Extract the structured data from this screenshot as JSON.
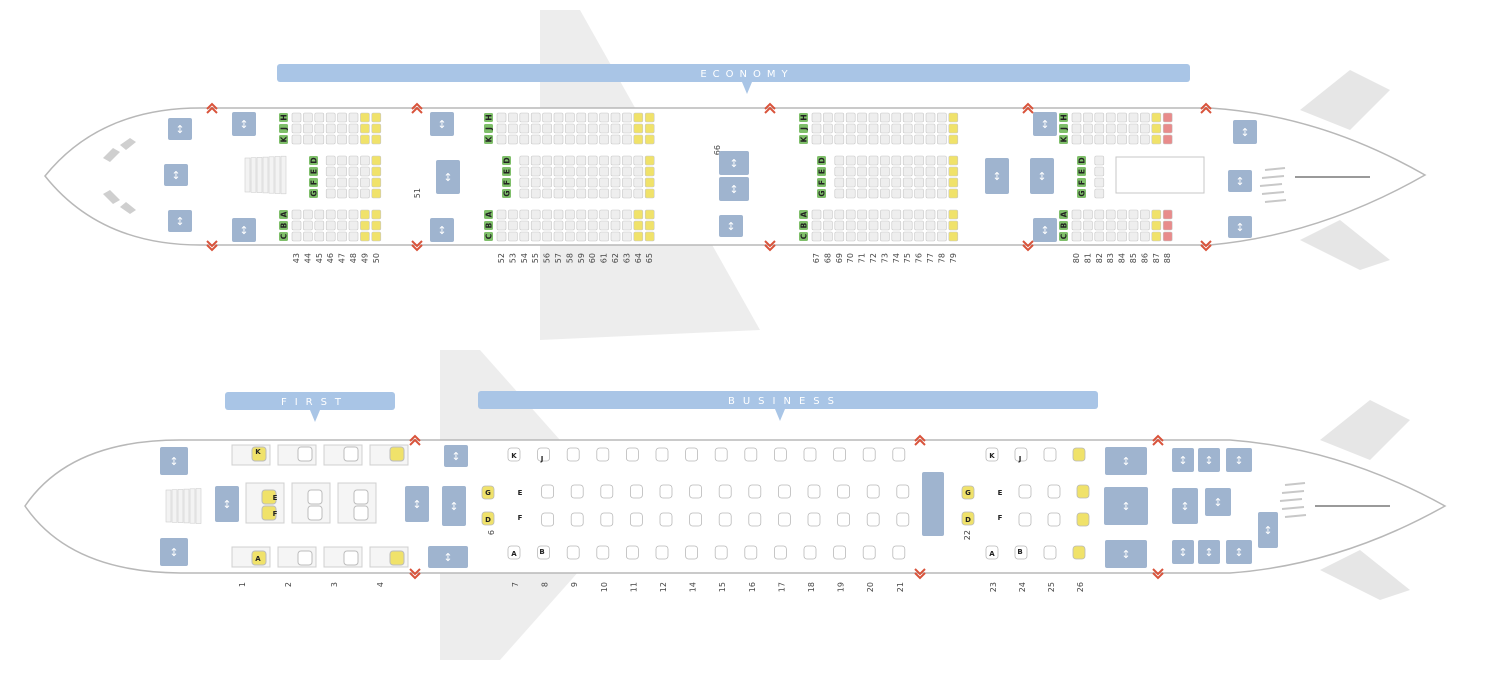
{
  "colors": {
    "cabin_banner": "#a9c5e6",
    "facility": "#9fb4cf",
    "seat_standard": "#eeeeee",
    "seat_extra_legroom": "#f0e26a",
    "seat_restricted": "#e88b8b",
    "seat_letter": "#7fbf6a",
    "exit_marker": "#d9533b",
    "fuselage_outline": "#b8b8b8",
    "wing": "#e6e6e6"
  },
  "economy": {
    "banner_label": "ECONOMY",
    "section_letters": [
      {
        "top": "HJK",
        "middle": "DEFG",
        "bottom": "ABC"
      },
      {
        "top": "HJK",
        "middle": "DEFG",
        "bottom": "ABC"
      },
      {
        "top": "HJK",
        "middle": "DEFG",
        "bottom": "ABC"
      },
      {
        "top": "HJK",
        "middle": "DEFG",
        "bottom": "ABC"
      }
    ],
    "row_numbers": [
      [
        "43",
        "44",
        "45",
        "46",
        "47",
        "48",
        "49",
        "50"
      ],
      [
        "52",
        "53",
        "54",
        "55",
        "56",
        "57",
        "58",
        "59",
        "60",
        "61",
        "62",
        "63",
        "64",
        "65"
      ],
      [
        "67",
        "68",
        "69",
        "70",
        "71",
        "72",
        "73",
        "74",
        "75",
        "76",
        "77",
        "78",
        "79"
      ],
      [
        "80",
        "81",
        "82",
        "83",
        "84",
        "85",
        "86",
        "87",
        "88"
      ]
    ],
    "extra_row_labels": [
      "51",
      "66"
    ]
  },
  "first": {
    "banner_label": "FIRST",
    "row_numbers": [
      "1",
      "2",
      "3",
      "4"
    ],
    "seat_letters": [
      "K",
      "E",
      "F",
      "A"
    ]
  },
  "business": {
    "banner_label": "BUSINESS",
    "row_numbers_fwd": [
      "7",
      "8",
      "9",
      "10",
      "11",
      "12",
      "14",
      "15",
      "16",
      "17",
      "18",
      "19",
      "20",
      "21"
    ],
    "row_numbers_aft": [
      "23",
      "24",
      "25",
      "26"
    ],
    "extra_row_labels": [
      "6",
      "22"
    ],
    "seat_letters": [
      "K",
      "J",
      "G",
      "E",
      "F",
      "D",
      "A",
      "B"
    ]
  }
}
